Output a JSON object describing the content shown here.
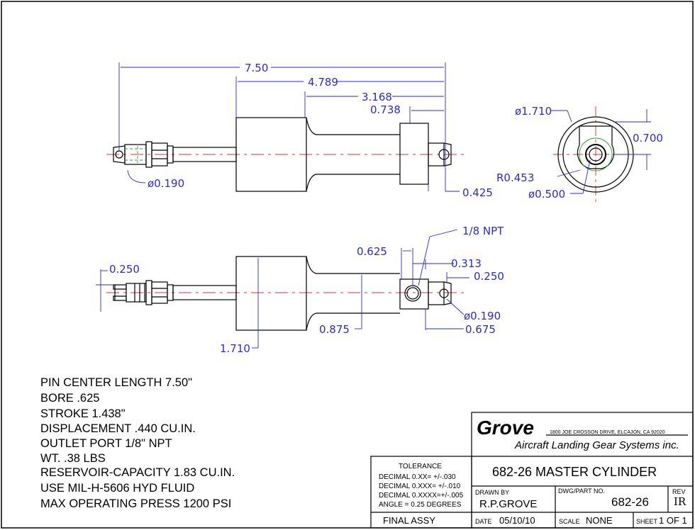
{
  "drawing": {
    "top_view_dims": {
      "overall": "7.50",
      "d1": "4.789",
      "d2": "3.168",
      "d3": "0.738",
      "pin_hole": "ø0.190",
      "end_offset": "0.425"
    },
    "end_view_dims": {
      "body_dia": "ø1.710",
      "lug_offset": "0.700",
      "radius": "R0.453",
      "bore_dia": "ø0.500"
    },
    "front_view_dims": {
      "npt": "1/8  NPT",
      "port_pos": "0.625",
      "port_off": "0.313",
      "lug_w": "0.250",
      "clevis_w": "0.250",
      "pin_dia": "ø0.190",
      "lug_len": "0.675",
      "rod_h": "0.875",
      "body_h": "1.710"
    }
  },
  "specs": [
    "PIN CENTER LENGTH 7.50\"",
    "BORE .625",
    "STROKE 1.438\"",
    "DISPLACEMENT .440 CU.IN.",
    "OUTLET PORT 1/8\" NPT",
    "WT. .38 LBS",
    "RESERVOIR-CAPACITY  1.83 CU.IN.",
    "USE MIL-H-5606 HYD FLUID",
    "MAX OPERATING PRESS 1200 PSI"
  ],
  "title_block": {
    "company": "Grove",
    "address": "1800 JOE CROSSON DRIVE, ELCAJON, CA 92020",
    "tagline": "Aircraft Landing Gear Systems inc.",
    "tolerance_title": "TOLERANCE",
    "tolerances": [
      "DECIMAL 0.XX=  +/-.030",
      "DECIMAL 0.XXX= +/-.010",
      "DECIMAL 0.XXXX=+/-.005",
      "ANGLE = 0.25 DEGREES"
    ],
    "title": "682-26 MASTER CYLINDER",
    "drawn_by_label": "DRAWN BY",
    "drawn_by": "R.P.GROVE",
    "part_label": "DWG/PART NO.",
    "part_no": "682-26",
    "rev_label": "REV",
    "rev": "IR",
    "final": "FINAL ASSY",
    "date_label": "DATE",
    "date": "05/10/10",
    "scale_label": "SCALE",
    "scale": "NONE",
    "sheet_label": "SHEET",
    "sheet": "1 OF 1"
  },
  "colors": {
    "outline": "#000000",
    "dimension": "#2a2ad8",
    "centerline": "#e03030",
    "hidden": "#20a020"
  }
}
